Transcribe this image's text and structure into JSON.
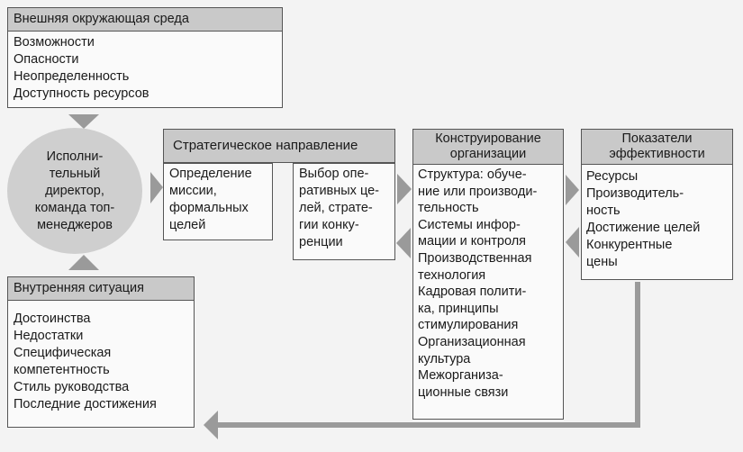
{
  "external": {
    "title": "Внешняя окружающая среда",
    "items": [
      "Возможности",
      "Опасности",
      "Неопределенность",
      "Доступность ресурсов"
    ]
  },
  "executive": {
    "label": "Исполни-\nтельный\nдиректор,\nкоманда топ-\nменеджеров"
  },
  "internal": {
    "title": "Внутренняя ситуация",
    "items": [
      "Достоинства",
      "Недостатки",
      "Специфическая",
      "компетентность",
      "Стиль руководства",
      "Последние достижения"
    ]
  },
  "strategy": {
    "title": "Стратегическое направление",
    "left": "Определение\nмиссии,\nформальных\nцелей",
    "right": "Выбор опе-\nративных це-\nлей, страте-\nгии конку-\nренции"
  },
  "design": {
    "title": "Конструирование\nорганизации",
    "items": [
      "Структура: обуче-",
      "ние или производи-",
      "тельность",
      "Системы инфор-",
      "мации и контроля",
      "Производственная",
      "технология",
      "Кадровая полити-",
      "ка, принципы",
      "стимулирования",
      "Организационная",
      "культура",
      "Межорганиза-",
      "ционные связи"
    ]
  },
  "performance": {
    "title": "Показатели\nэффективности",
    "items": [
      "Ресурсы",
      "Производитель-",
      "ность",
      "Достижение целей",
      "Конкурентные",
      "цены"
    ]
  },
  "colors": {
    "header": "#c9c9c9",
    "arrow": "#9a9a9a",
    "ellipse": "#cfcfcf"
  }
}
